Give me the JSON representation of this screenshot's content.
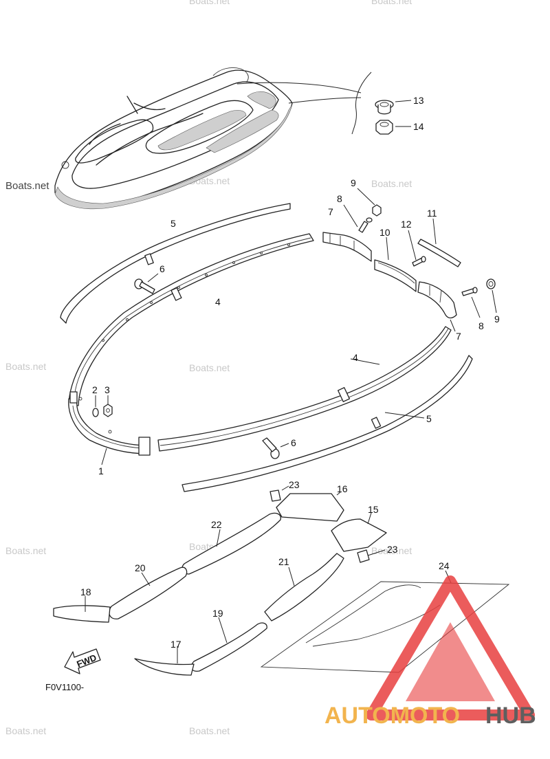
{
  "watermarks": {
    "boats": "Boats.net"
  },
  "figure_code": "F0V1100-",
  "fwd_label": "FWD",
  "brand": {
    "part1": "AUTOMOTO",
    "part2": "HUB",
    "color1": "#f0a830",
    "color2": "#444444",
    "logo_color": "#e84040"
  },
  "callouts": {
    "c1": "1",
    "c2": "2",
    "c3": "3",
    "c4a": "4",
    "c4b": "4",
    "c5a": "5",
    "c5b": "5",
    "c6a": "6",
    "c6b": "6",
    "c7a": "7",
    "c7b": "7",
    "c8a": "8",
    "c8b": "8",
    "c9a": "9",
    "c9b": "9",
    "c10": "10",
    "c11": "11",
    "c12": "12",
    "c13": "13",
    "c14": "14",
    "c15": "15",
    "c16": "16",
    "c17": "17",
    "c18": "18",
    "c19": "19",
    "c20": "20",
    "c21": "21",
    "c22": "22",
    "c23a": "23",
    "c23b": "23",
    "c24": "24"
  }
}
